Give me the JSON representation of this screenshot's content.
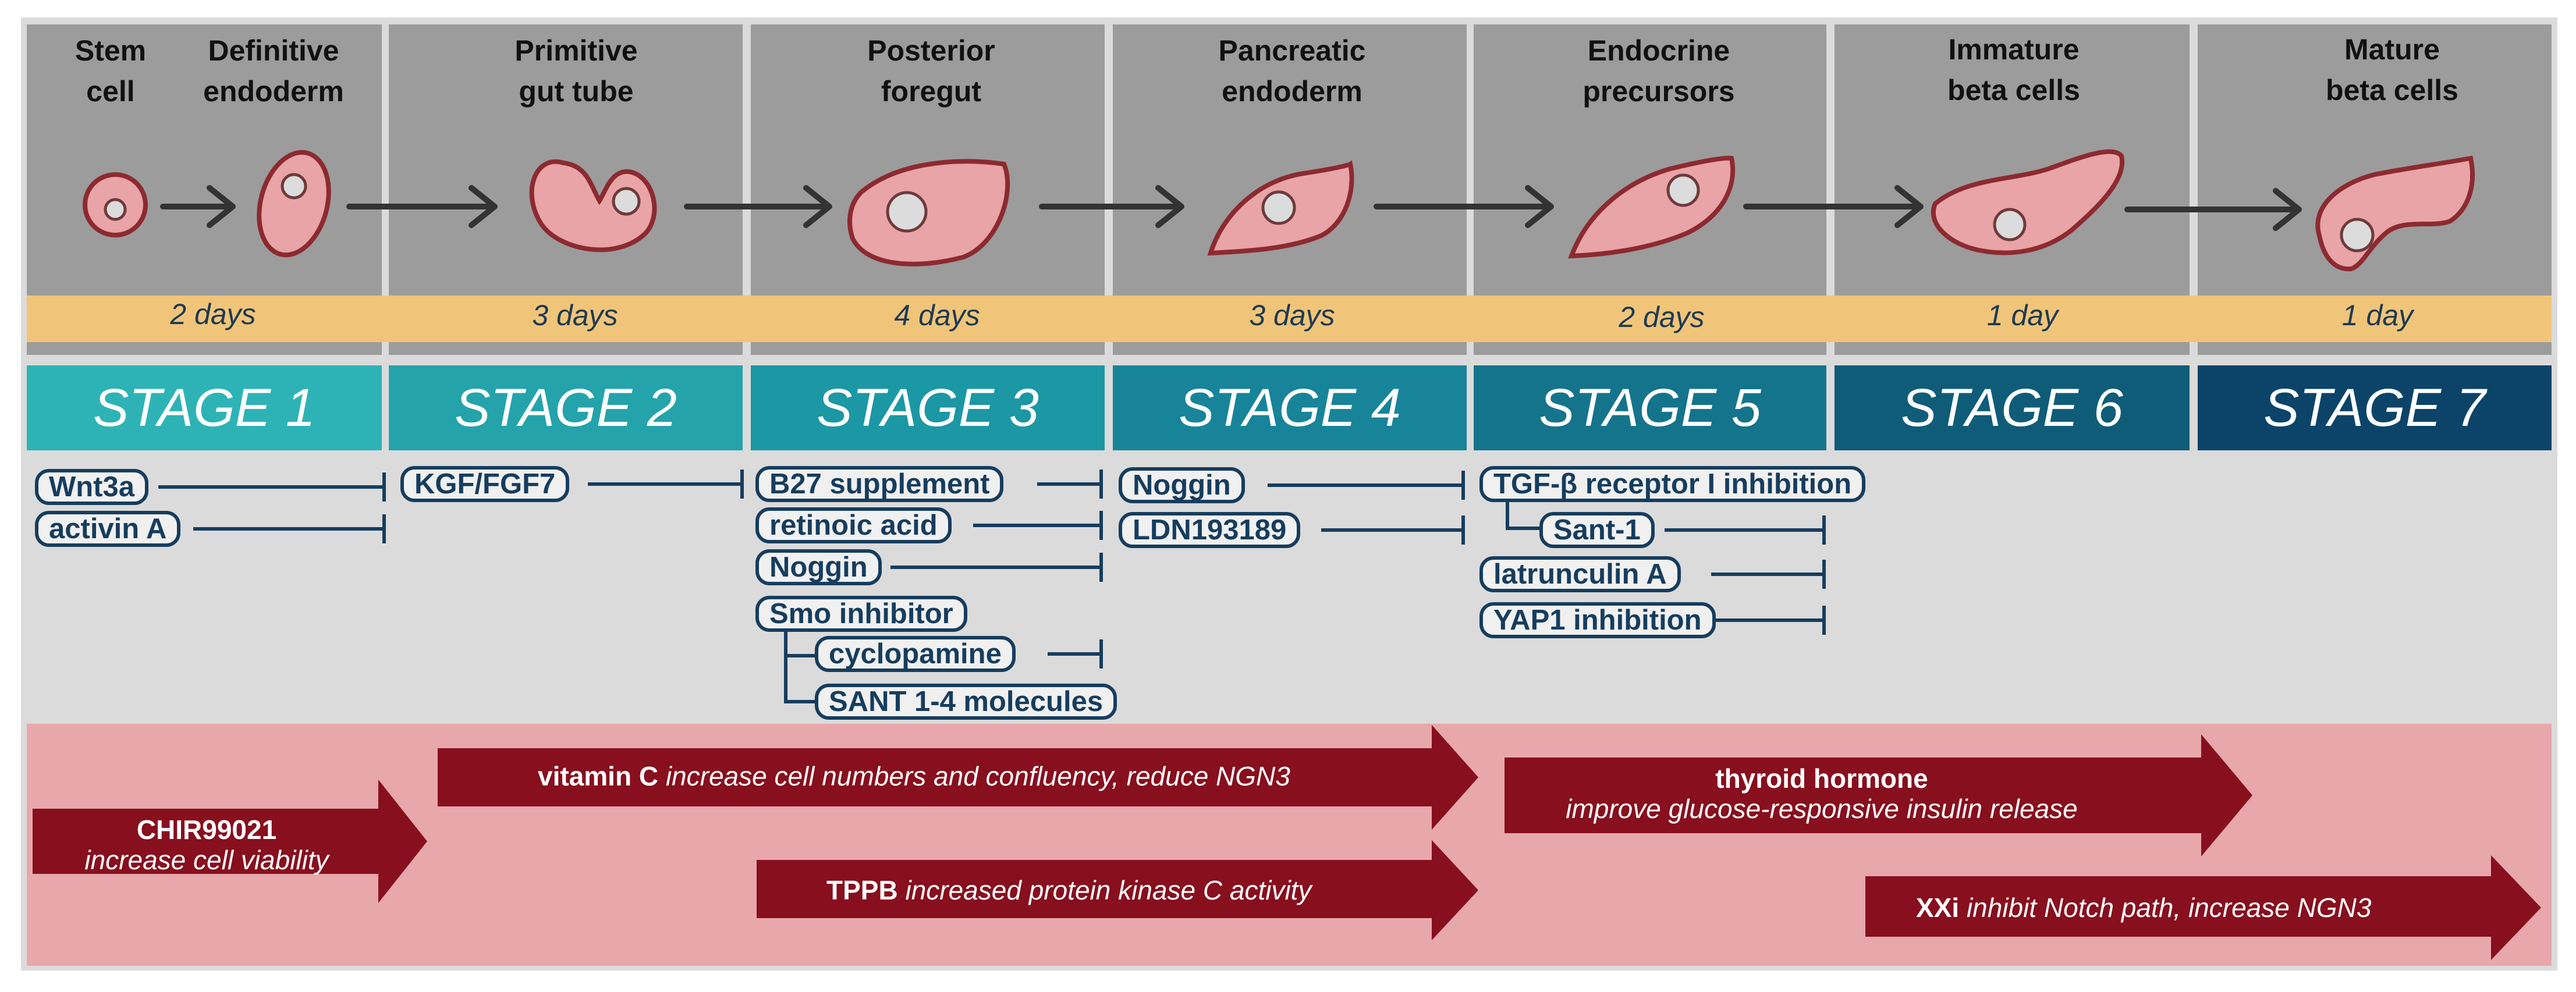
{
  "cell_types": [
    {
      "title": "Stem\ncell"
    },
    {
      "title": "Definitive\nendoderm"
    },
    {
      "title": "Primitive\ngut tube"
    },
    {
      "title": "Posterior\nforegut"
    },
    {
      "title": "Pancreatic\nendoderm"
    },
    {
      "title": "Endocrine\nprecursors"
    },
    {
      "title": "Immature\nbeta cells"
    },
    {
      "title": "Mature\nbeta cells"
    }
  ],
  "durations": [
    "2 days",
    "3 days",
    "4 days",
    "3 days",
    "2 days",
    "1 day",
    "1 day"
  ],
  "stages": [
    {
      "label": "STAGE 1",
      "color": "#2db3b6"
    },
    {
      "label": "STAGE 2",
      "color": "#24a3ab"
    },
    {
      "label": "STAGE 3",
      "color": "#1c97a4"
    },
    {
      "label": "STAGE 4",
      "color": "#17849a"
    },
    {
      "label": "STAGE 5",
      "color": "#14748c"
    },
    {
      "label": "STAGE 6",
      "color": "#0f5c79"
    },
    {
      "label": "STAGE 7",
      "color": "#0b4468"
    }
  ],
  "factors": {
    "wnt3a": "Wnt3a",
    "activin_a": "activin A",
    "kgf_fgf7": "KGF/FGF7",
    "b27": "B27 supplement",
    "retinoic_acid": "retinoic acid",
    "noggin_s3": "Noggin",
    "smo_inhibitor": "Smo inhibitor",
    "cyclopamine": "cyclopamine",
    "sant_1_4": "SANT 1-4 molecules",
    "noggin_s4": "Noggin",
    "ldn193189": "LDN193189",
    "tgf_beta": "TGF-β receptor I inhibition",
    "sant_1": "Sant-1",
    "latrunculin_a": "latrunculin A",
    "yap1": "YAP1 inhibition"
  },
  "small_molecules": {
    "chir99021": {
      "name": "CHIR99021",
      "effect": "increase cell viability"
    },
    "vitamin_c": {
      "name": "vitamin C",
      "effect": "increase cell numbers and confluency, reduce NGN3"
    },
    "tppb": {
      "name": "TPPB",
      "effect": "increased protein kinase C activity"
    },
    "thyroid_hormone": {
      "name": "thyroid hormone",
      "effect": "improve glucose-responsive insulin release"
    },
    "xxi": {
      "name": "XXi",
      "effect": "inhibit Notch path, increase NGN3"
    }
  },
  "colors": {
    "cell_panel": "#9c9c9c",
    "duration_band": "#f0c57a",
    "cell_fill": "#e8a4a6",
    "cell_outline": "#8c2a30",
    "factor_outline": "#163d5e",
    "small_molecule_zone": "#e8a7ab",
    "small_molecule_arrow": "#870f1e"
  }
}
